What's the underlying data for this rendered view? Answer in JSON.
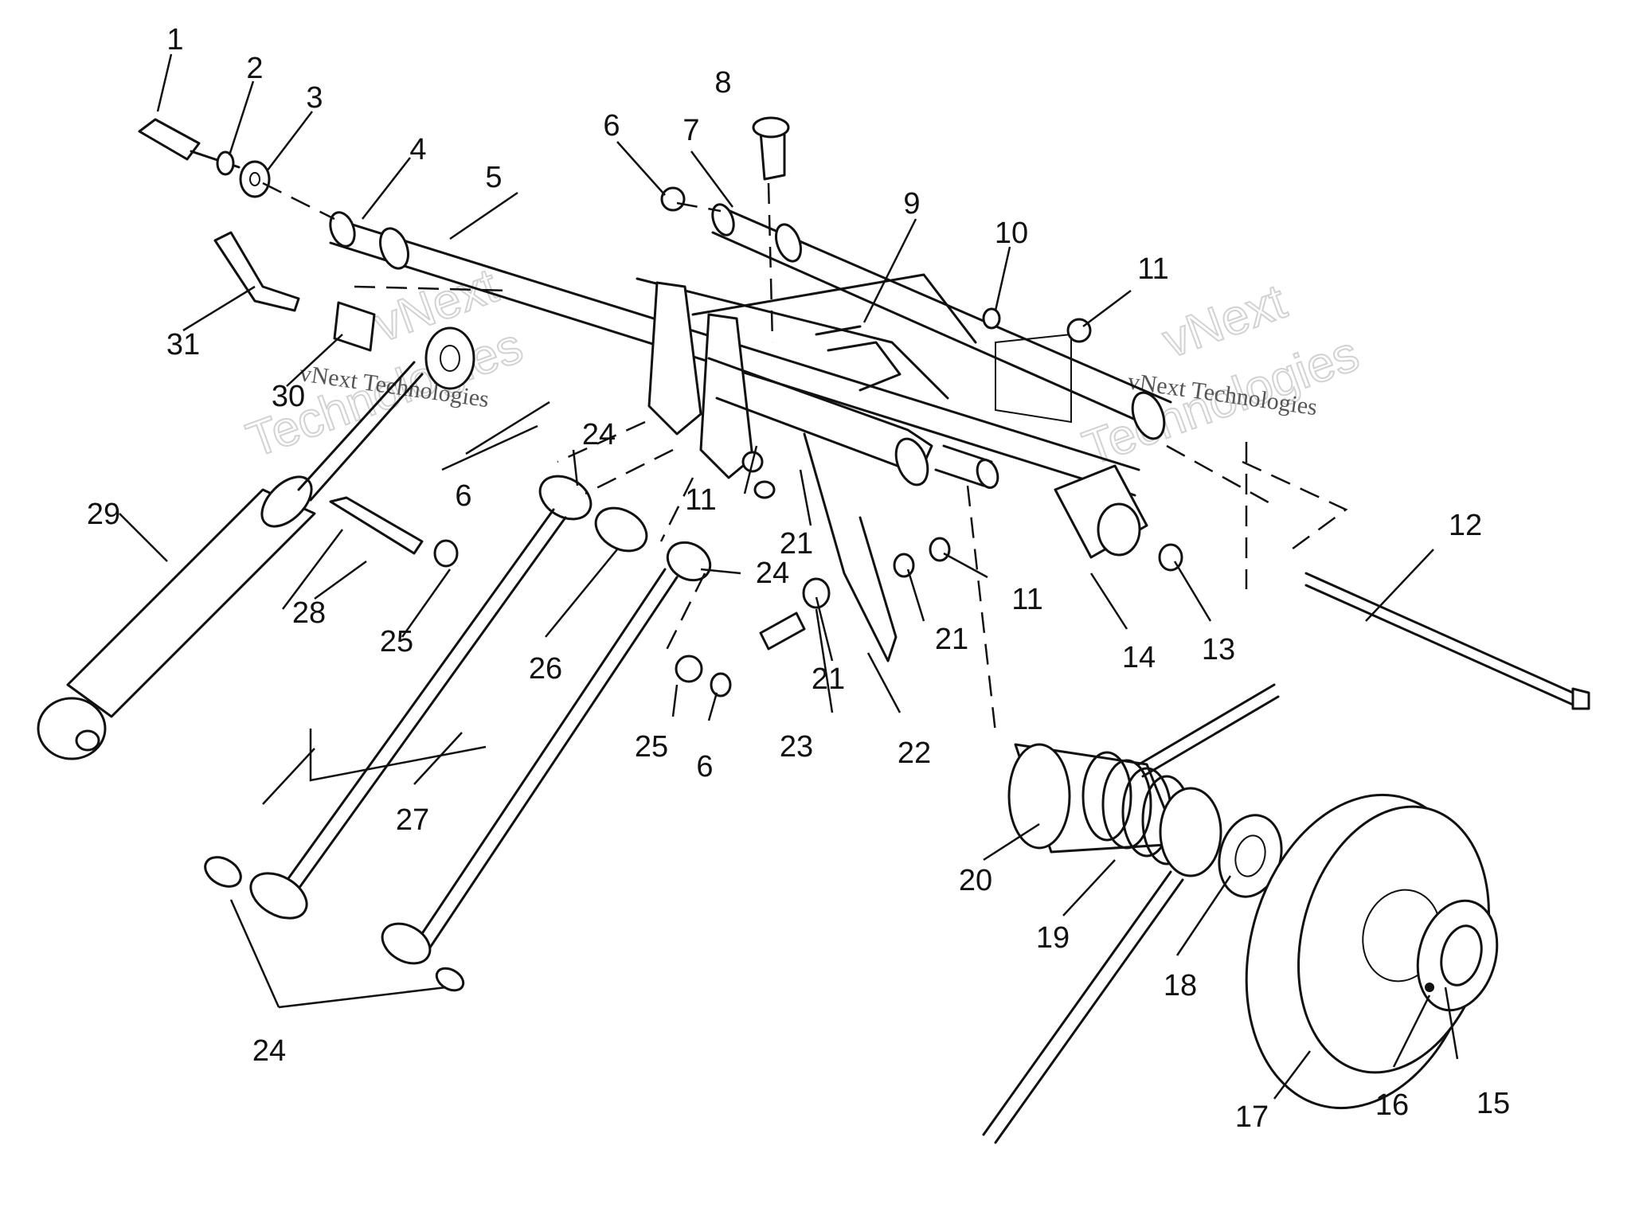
{
  "diagram": {
    "callouts": [
      "1",
      "2",
      "3",
      "4",
      "5",
      "6",
      "7",
      "8",
      "9",
      "10",
      "11",
      "12",
      "13",
      "14",
      "15",
      "16",
      "17",
      "18",
      "19",
      "20",
      "21",
      "22",
      "23",
      "24",
      "25",
      "26",
      "27",
      "28",
      "29",
      "30",
      "31"
    ],
    "watermark": {
      "brand_top": "vNext",
      "brand_bottom": "Technologies",
      "brand_line": "vNext Technologies"
    }
  }
}
